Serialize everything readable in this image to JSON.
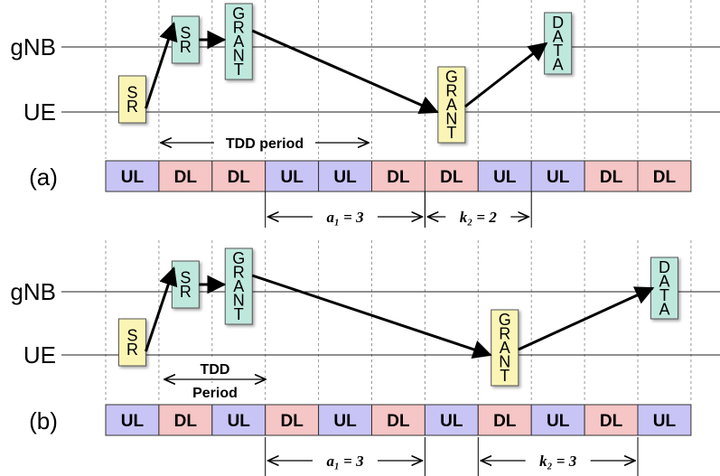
{
  "colors": {
    "ul": "#c8c4f5",
    "dl": "#f6c5c5",
    "ue_box": "#fbf5b5",
    "gnb_box": "#bfe8dd",
    "line": "#000000"
  },
  "labels": {
    "gnb": "gNB",
    "ue": "UE"
  },
  "panels": [
    {
      "tag": "(a)",
      "slots": [
        "UL",
        "DL",
        "DL",
        "UL",
        "UL",
        "DL",
        "DL",
        "UL",
        "UL",
        "DL",
        "DL"
      ],
      "boxes": [
        {
          "text": "SR",
          "node": "ue",
          "slot": 0
        },
        {
          "text": "SR",
          "node": "gnb",
          "slot": 1
        },
        {
          "text": "GRANT",
          "node": "gnb",
          "slot": 2
        },
        {
          "text": "GRANT",
          "node": "ue",
          "slot": 6
        },
        {
          "text": "DATA",
          "node": "gnb",
          "slot": 8
        }
      ],
      "period_lines": [
        "TDD period"
      ],
      "delays": [
        "a₁ = 3",
        "k₂ = 2"
      ]
    },
    {
      "tag": "(b)",
      "slots": [
        "UL",
        "DL",
        "UL",
        "DL",
        "UL",
        "DL",
        "UL",
        "DL",
        "UL",
        "DL",
        "UL"
      ],
      "boxes": [
        {
          "text": "SR",
          "node": "ue",
          "slot": 0
        },
        {
          "text": "SR",
          "node": "gnb",
          "slot": 1
        },
        {
          "text": "GRANT",
          "node": "gnb",
          "slot": 2
        },
        {
          "text": "GRANT",
          "node": "ue",
          "slot": 7
        },
        {
          "text": "DATA",
          "node": "gnb",
          "slot": 10
        }
      ],
      "period_lines": [
        "TDD",
        "Period"
      ],
      "delays": [
        "a₁ = 3",
        "k₂ = 3"
      ]
    }
  ]
}
